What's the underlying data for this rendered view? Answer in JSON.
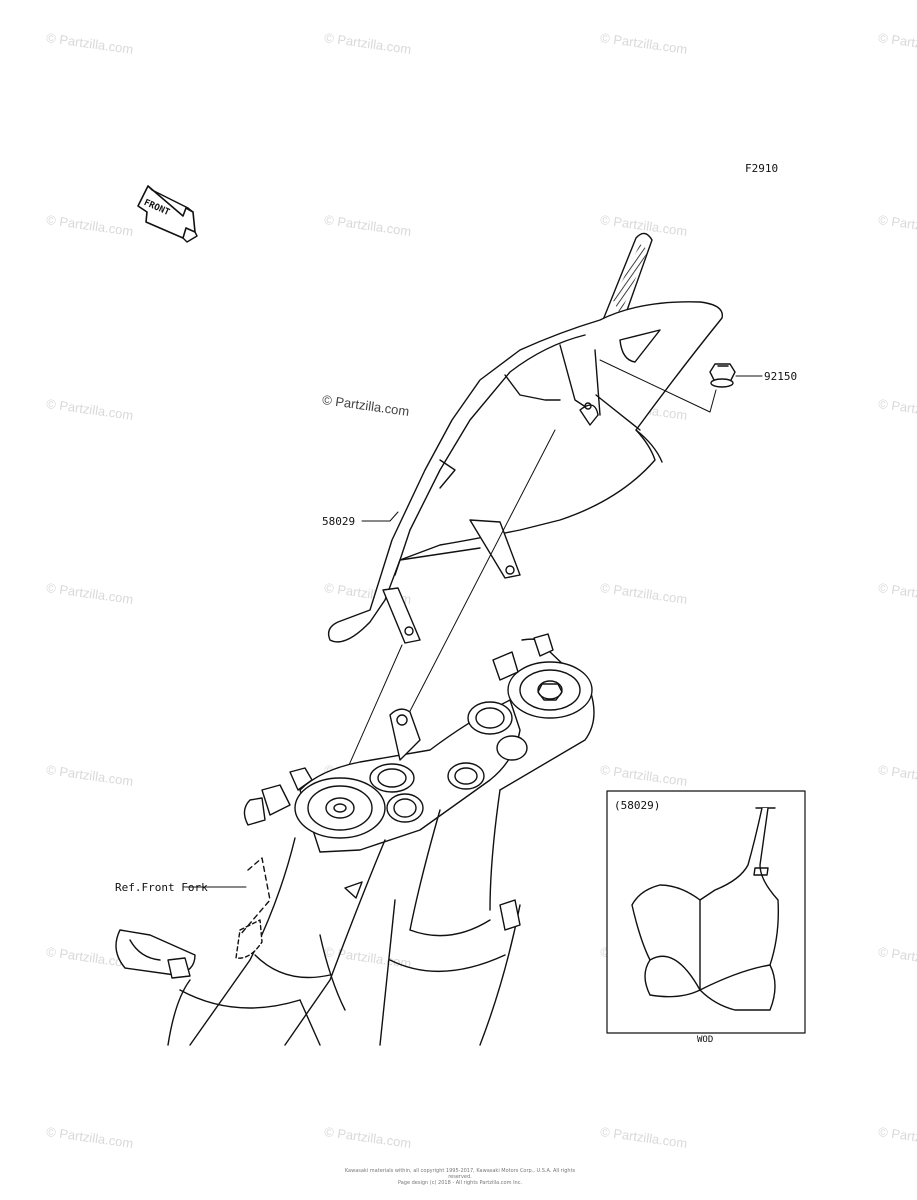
{
  "diagram_code": "F2910",
  "front_arrow_label": "FRONT",
  "parts": [
    {
      "number": "92150"
    },
    {
      "number": "58029"
    }
  ],
  "reference_label": "Ref.Front Fork",
  "inset": {
    "title": "(58029)",
    "caption": "WOD"
  },
  "center_watermark": "© Partzilla.com",
  "watermark_text": "© Partzilla.com",
  "copyright_line1": "Kawasaki materials within, all copyright 1995-2017, Kawasaki Motors Corp., U.S.A. All rights reserved.",
  "copyright_line2": "Page design (c) 2018 - All rights Partzilla.com Inc."
}
